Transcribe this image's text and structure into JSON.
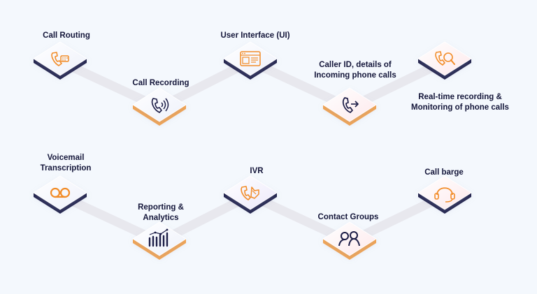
{
  "colors": {
    "background": "#f4f8fd",
    "connector": "#e8e8ee",
    "tile_top": "#ffffff",
    "tile_shadow_dark": "#1c1d47",
    "tile_shadow_orange": "#f5a34c",
    "icon_orange": "#f28c28",
    "icon_navy": "#1c1d47",
    "label_text": "#14163a"
  },
  "rows": [
    {
      "nodes": [
        {
          "id": "call-routing",
          "label": [
            "Call Routing"
          ],
          "icon": "phone-keypad-icon",
          "tile": "light",
          "accent": "dark"
        },
        {
          "id": "call-recording",
          "label": [
            "Call Recording"
          ],
          "icon": "phone-soundwave-icon",
          "tile": "light",
          "accent": "orange"
        },
        {
          "id": "user-interface",
          "label": [
            "User Interface (UI)"
          ],
          "icon": "web-layout-icon",
          "tile": "light",
          "accent": "dark"
        },
        {
          "id": "caller-id",
          "label": [
            "Caller ID, details of",
            "Incoming phone calls"
          ],
          "icon": "phone-arrow-icon",
          "tile": "pink",
          "accent": "orange"
        },
        {
          "id": "monitoring",
          "label": [
            "Real-time recording &",
            "Monitoring of phone calls"
          ],
          "icon": "phone-magnifier-icon",
          "tile": "pink",
          "accent": "dark"
        }
      ]
    },
    {
      "nodes": [
        {
          "id": "voicemail",
          "label": [
            "Voicemail",
            "Transcription"
          ],
          "icon": "voicemail-icon",
          "tile": "light",
          "accent": "dark"
        },
        {
          "id": "reporting",
          "label": [
            "Reporting &",
            "Analytics"
          ],
          "icon": "bar-chart-icon",
          "tile": "light",
          "accent": "orange"
        },
        {
          "id": "ivr",
          "label": [
            "IVR"
          ],
          "icon": "phone-hand-icon",
          "tile": "lavender",
          "accent": "dark"
        },
        {
          "id": "contact-groups",
          "label": [
            "Contact Groups"
          ],
          "icon": "people-group-icon",
          "tile": "pink",
          "accent": "orange"
        },
        {
          "id": "call-barge",
          "label": [
            "Call barge"
          ],
          "icon": "headset-icon",
          "tile": "pink",
          "accent": "dark"
        }
      ]
    }
  ]
}
